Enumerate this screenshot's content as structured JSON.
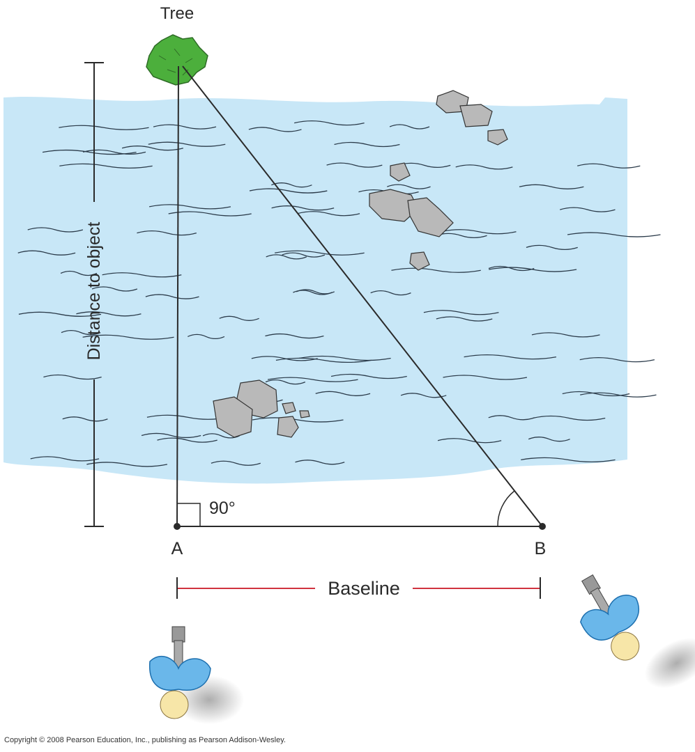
{
  "labels": {
    "tree": "Tree",
    "distance": "Distance to object",
    "angle": "90°",
    "point_a": "A",
    "point_b": "B",
    "baseline": "Baseline"
  },
  "copyright": "Copyright © 2008 Pearson Education, Inc., publishing as Pearson Addison-Wesley.",
  "colors": {
    "water": "#c8e7f7",
    "tree": "#4caf3c",
    "baseline": "#d0323f",
    "line": "#2a2a2a",
    "shirt": "#6ab7ea",
    "rock": "#b9b9b9"
  }
}
